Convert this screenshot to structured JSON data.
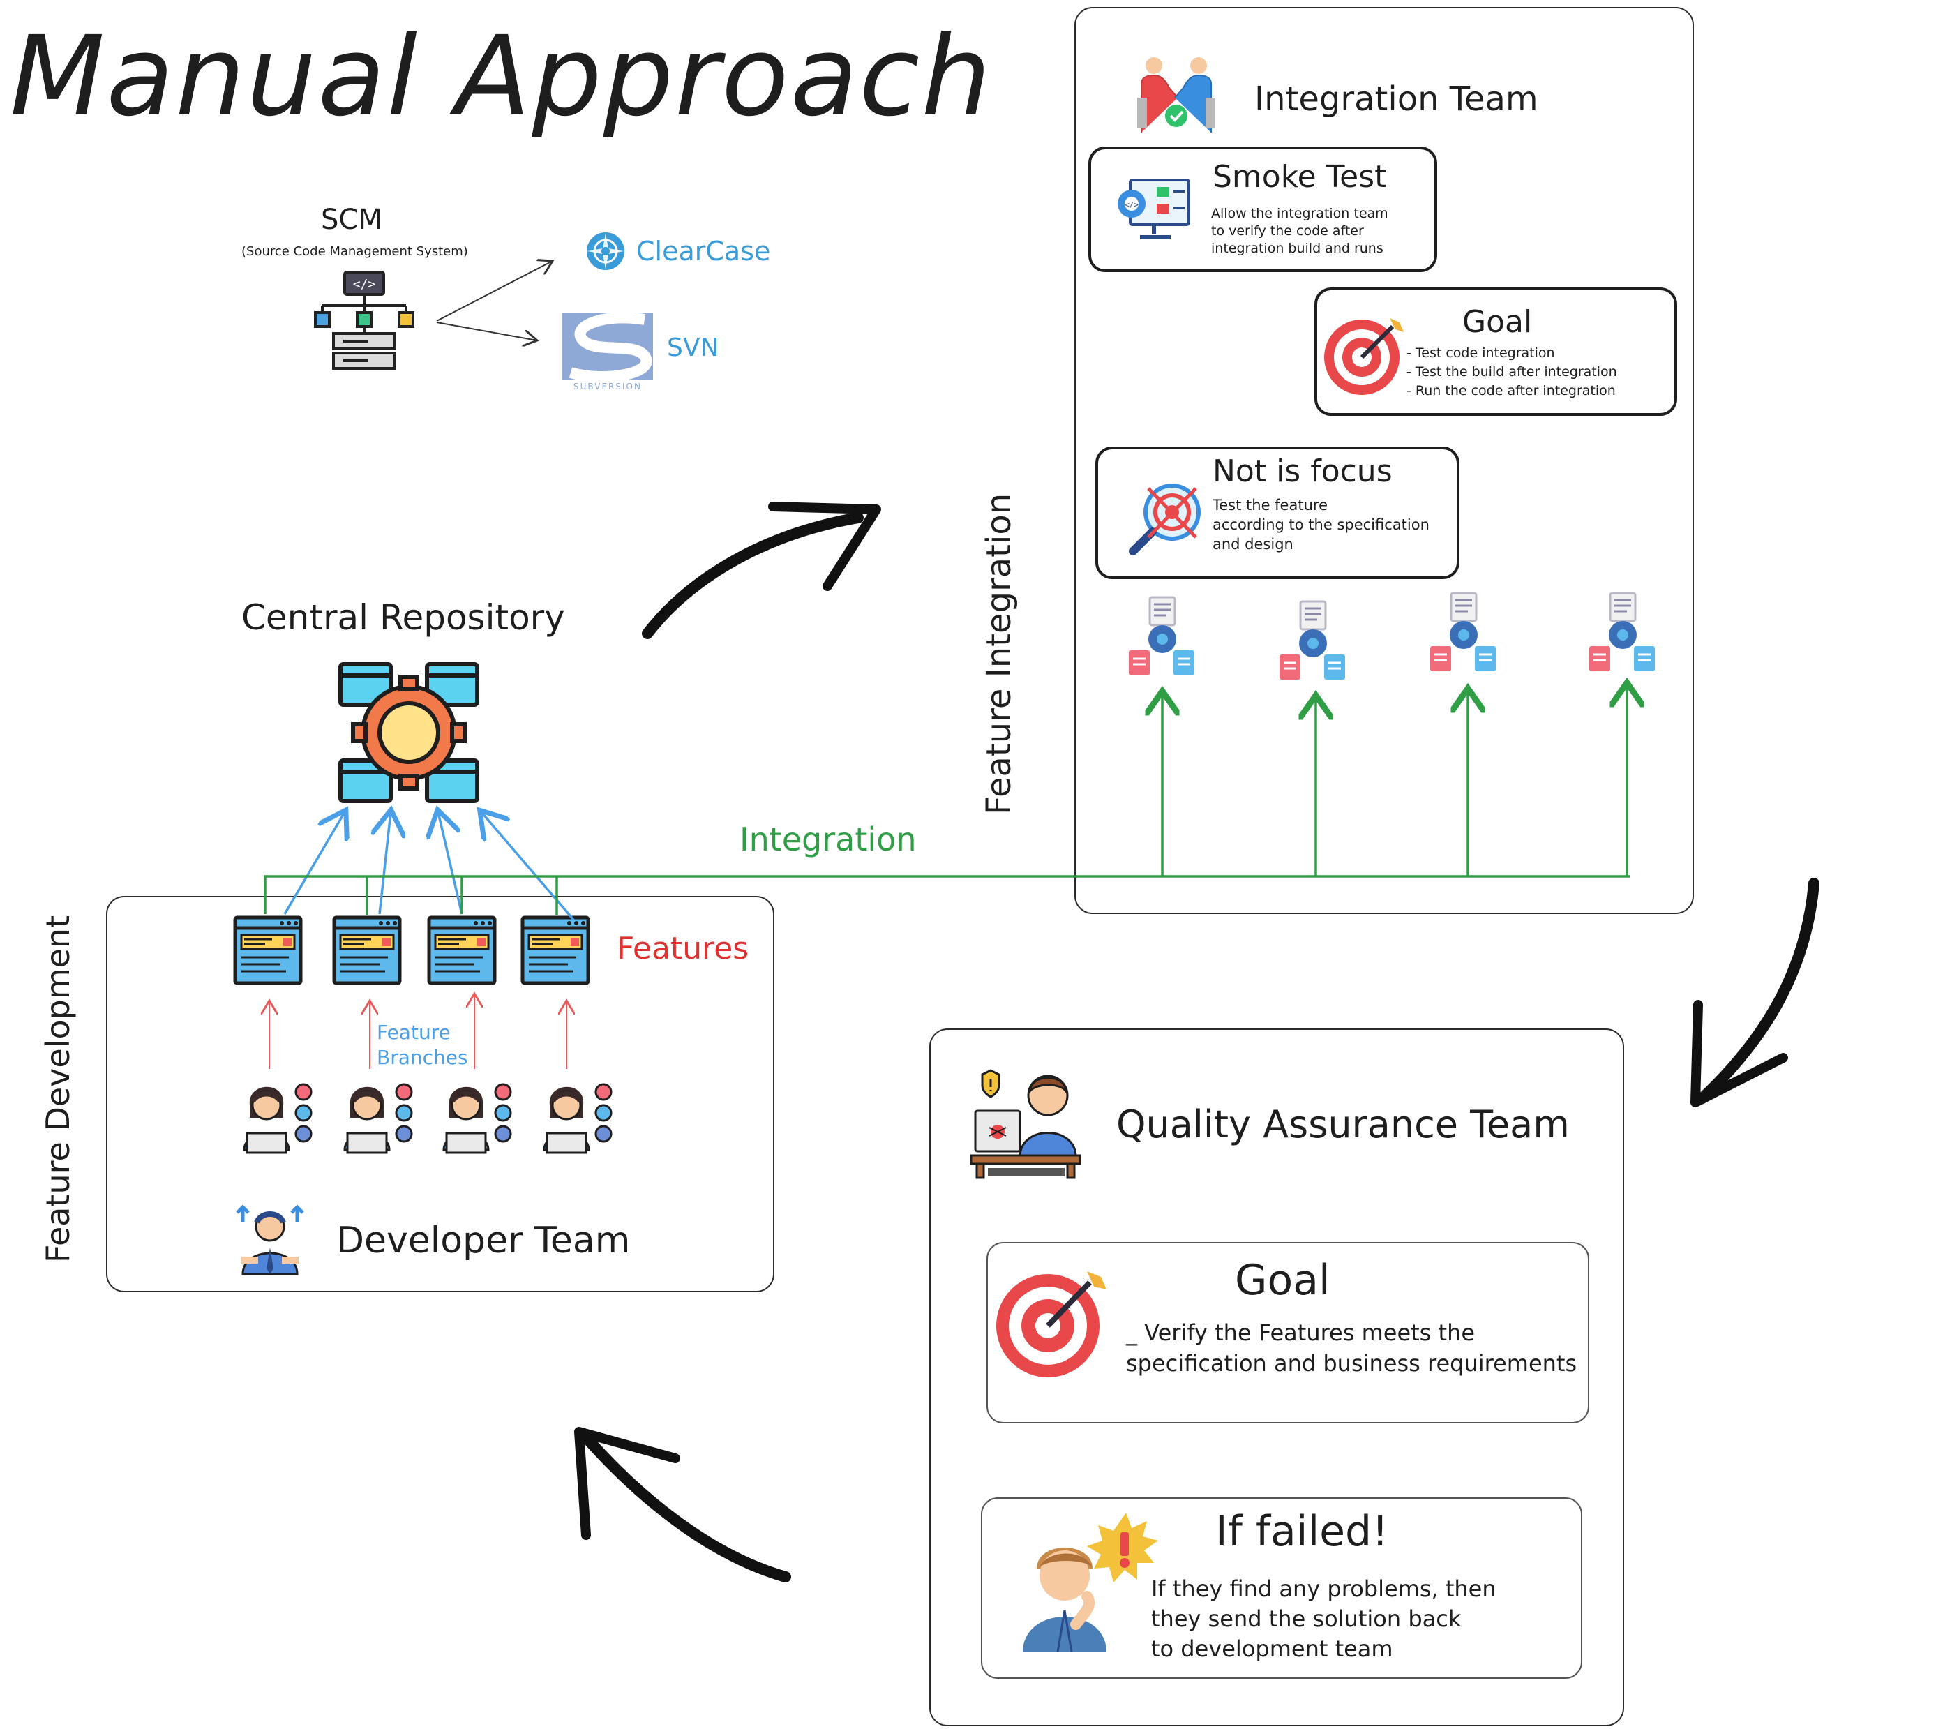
{
  "title": "Manual Approach",
  "scm": {
    "heading": "SCM",
    "subtitle": "(Source Code Management System)",
    "tools": [
      "ClearCase",
      "SVN"
    ],
    "svn_logo_text": "SUBVERSION"
  },
  "central_repository": "Central Repository",
  "feature_development": {
    "vertical_label": "Feature Development",
    "features_label": "Features",
    "feature_branches_label": "Feature\nBranches",
    "developer_team": "Developer Team"
  },
  "integration_label": "Integration",
  "feature_integration_label": "Feature Integration",
  "integration_team": {
    "title": "Integration Team",
    "smoke_test": {
      "title": "Smoke Test",
      "text": "Allow the integration team\nto verify the code after\nintegration build and runs"
    },
    "goal": {
      "title": "Goal",
      "items": [
        "- Test code integration",
        "- Test the build after integration",
        "- Run the code after integration"
      ]
    },
    "not_focus": {
      "title": "Not is focus",
      "text": "Test the feature\naccording to the specification\nand design"
    }
  },
  "qa_team": {
    "title": "Quality Assurance Team",
    "goal": {
      "title": "Goal",
      "text": "_ Verify the Features meets the\nspecification and business requirements"
    },
    "if_failed": {
      "title": "If failed!",
      "text": "If they find any problems, then\nthey send the solution back\nto development team"
    }
  },
  "colors": {
    "ink": "#1e1e1e",
    "blue_arrow": "#4a9fe6",
    "red_arrow": "#e85a5a",
    "green_line": "#2f9e44",
    "features_red": "#e03131",
    "branch_blue": "#4a9fe6",
    "clearcase_blue": "#3a9bd9"
  },
  "icons": [
    "scm-diagram-icon",
    "clearcase-logo-icon",
    "svn-logo-icon",
    "central-repo-gear-icon",
    "browser-window-icon",
    "developer-icon",
    "team-lead-icon",
    "handshake-icon",
    "smoke-test-monitor-icon",
    "target-icon",
    "no-target-magnifier-icon",
    "integration-gear-docs-icon",
    "qa-tester-icon",
    "confused-person-alert-icon"
  ]
}
